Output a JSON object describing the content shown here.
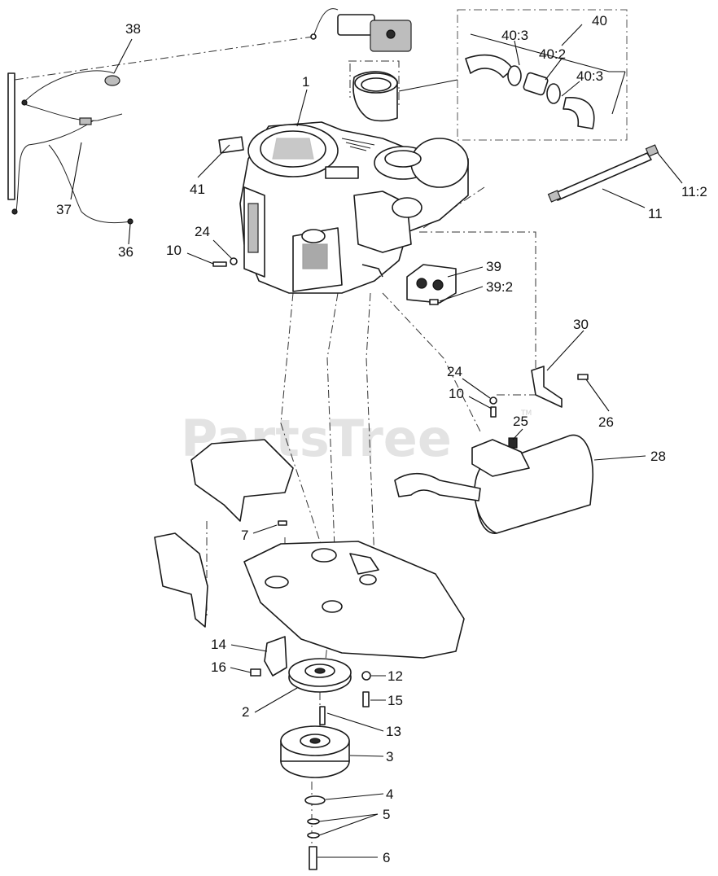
{
  "watermark": {
    "text": "PartsTree",
    "tm": "TM"
  },
  "callouts": {
    "c1": "1",
    "c2": "2",
    "c3": "3",
    "c4": "4",
    "c5": "5",
    "c6": "6",
    "c7": "7",
    "c10a": "10",
    "c10b": "10",
    "c11": "11",
    "c11_2": "11:2",
    "c12": "12",
    "c13": "13",
    "c14": "14",
    "c15": "15",
    "c16": "16",
    "c24a": "24",
    "c24b": "24",
    "c25": "25",
    "c26": "26",
    "c28": "28",
    "c30": "30",
    "c36": "36",
    "c37": "37",
    "c38": "38",
    "c39": "39",
    "c39_2": "39:2",
    "c40": "40",
    "c40_2": "40:2",
    "c40_3a": "40:3",
    "c40_3b": "40:3",
    "c41": "41"
  }
}
